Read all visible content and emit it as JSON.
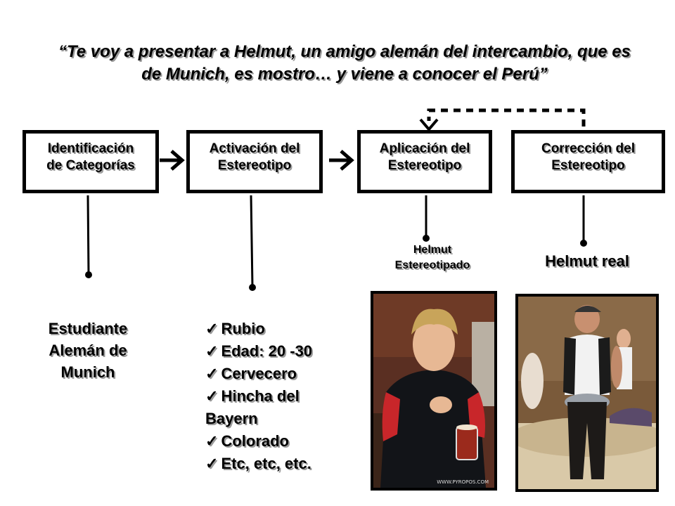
{
  "quote": {
    "line1": "“Te voy a presentar a Helmut, un amigo  alemán del intercambio, que es",
    "line2": "de Munich, es mostro… y  viene a conocer el Perú”"
  },
  "boxes": [
    {
      "line1": "Identificación",
      "line2": "de Categorías"
    },
    {
      "line1": "Activación del",
      "line2": "Estereotipo"
    },
    {
      "line1": "Aplicación del",
      "line2": "Estereotipo"
    },
    {
      "line1": "Corrección del",
      "line2": "Estereotipo"
    }
  ],
  "labels": {
    "estudiante": [
      "Estudiante",
      "Alemán de",
      "Munich"
    ],
    "helmut_estereotipado": [
      "Helmut",
      "Estereotipado"
    ],
    "helmut_real": "Helmut real"
  },
  "traits": [
    "Rubio",
    "Edad: 20 -30",
    "Cervecero",
    "Hincha del Bayern",
    "Colorado",
    "Etc, etc, etc."
  ],
  "check_icon": "✓",
  "photos": {
    "photo1_watermark": "WWW.PYROPOS.COM"
  },
  "colors": {
    "text": "#000000",
    "text_shadow": "#9a9a9a",
    "background": "#ffffff"
  }
}
